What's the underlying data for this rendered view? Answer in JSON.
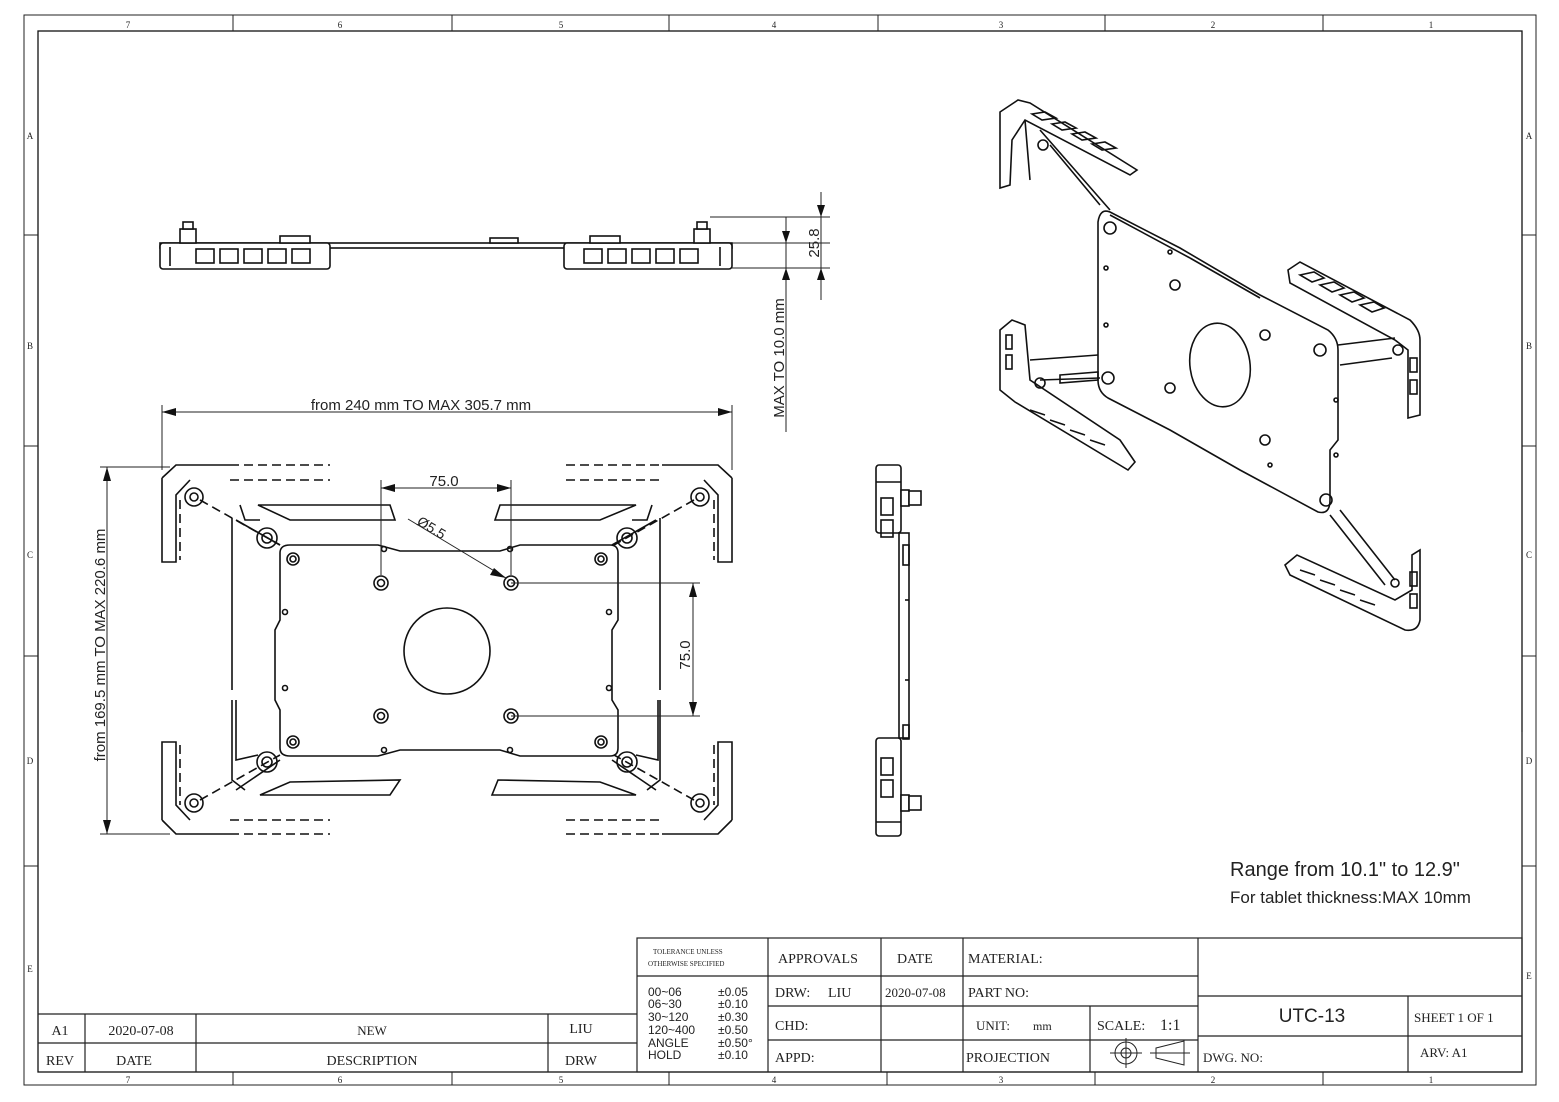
{
  "border": {
    "columns": [
      "7",
      "6",
      "5",
      "4",
      "3",
      "2",
      "1"
    ],
    "rows": [
      "A",
      "B",
      "C",
      "D",
      "E"
    ]
  },
  "dimensions": {
    "height": "25.8",
    "thickness": "MAX TO 10.0 mm",
    "width_range": "from 240 mm TO MAX 305.7 mm",
    "height_range": "from 169.5 mm TO MAX 220.6 mm",
    "vesa_h": "75.0",
    "vesa_v": "75.0",
    "hole": "Ø5.5"
  },
  "notes": {
    "range": "Range from 10.1\" to  12.9\"",
    "thickness": "For tablet thickness:MAX 10mm"
  },
  "title_block": {
    "tolerance_title_1": "TOLERANCE UNLESS",
    "tolerance_title_2": "OTHERWISE SPECIFIED",
    "tolerances": [
      {
        "range": "00~06",
        "value": "±0.05"
      },
      {
        "range": "06~30",
        "value": "±0.10"
      },
      {
        "range": "30~120",
        "value": "±0.30"
      },
      {
        "range": "120~400",
        "value": "±0.50"
      },
      {
        "range": "ANGLE",
        "value": "±0.50°"
      },
      {
        "range": "HOLD",
        "value": "±0.10"
      }
    ],
    "approvals": "APPROVALS",
    "date_header": "DATE",
    "drw_label": "DRW:",
    "drw_name": "LIU",
    "drw_date": "2020-07-08",
    "chd": "CHD:",
    "appd": "APPD:",
    "material": "MATERIAL:",
    "part_no": "PART NO:",
    "unit_label": "UNIT:",
    "unit_value": "mm",
    "scale_label": "SCALE:",
    "scale_value": "1:1",
    "projection": "PROJECTION",
    "drawing_name": "UTC-13",
    "sheet": "SHEET 1 OF 1",
    "arv": "ARV:  A1",
    "dwg_no": "DWG. NO:"
  },
  "revision": {
    "rev": "A1",
    "date": "2020-07-08",
    "description": "NEW",
    "drw": "LIU",
    "h_rev": "REV",
    "h_date": "DATE",
    "h_description": "DESCRIPTION",
    "h_drw": "DRW"
  }
}
